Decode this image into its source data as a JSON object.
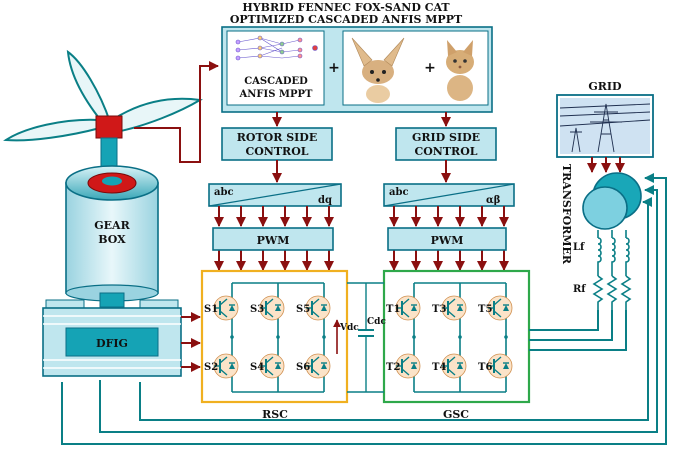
{
  "title_line1": "HYBRID FENNEC FOX-SAND CAT",
  "title_line2": "OPTIMIZED CASCADED ANFIS MPPT",
  "anfis_label_line1": "CASCADED",
  "anfis_label_line2": "ANFIS MPPT",
  "plus": "+",
  "rotor_control_line1": "ROTOR SIDE",
  "rotor_control_line2": "CONTROL",
  "grid_control_line1": "GRID SIDE",
  "grid_control_line2": "CONTROL",
  "rotor_transform_in": "abc",
  "rotor_transform_out": "dq",
  "grid_transform_in": "abc",
  "grid_transform_out": "αβ",
  "pwm_label": "PWM",
  "gearbox_line1": "GEAR",
  "gearbox_line2": "BOX",
  "dfig_label": "DFIG",
  "grid_label": "GRID",
  "transformer_label": "TRANSFORMER",
  "rsc_label": "RSC",
  "gsc_label": "GSC",
  "vdc_label": "Vdc",
  "cdc_label": "Cdc",
  "lf_label": "Lf",
  "rf_label": "Rf",
  "rsc_switches": [
    "S1",
    "S3",
    "S5",
    "S2",
    "S4",
    "S6"
  ],
  "gsc_switches": [
    "T1",
    "T3",
    "T5",
    "T2",
    "T4",
    "T6"
  ],
  "colors": {
    "box_fill": "#bfe6ee",
    "box_stroke": "#0a6f86",
    "signal_red": "#8b1010",
    "rsc_border": "#f0b020",
    "gsc_border": "#2ea84a",
    "teal": "#0a7f86"
  },
  "icons": [
    "wind-turbine-icon",
    "fennec-fox-icon",
    "sand-cat-icon",
    "power-tower-icon",
    "igbt-icon"
  ]
}
